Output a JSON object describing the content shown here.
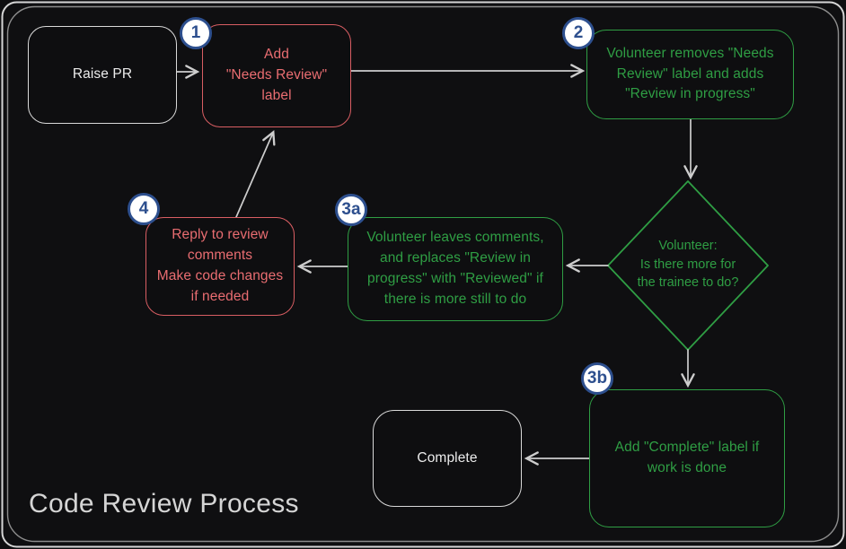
{
  "title": "Code Review Process",
  "colors": {
    "red": "#d95e63",
    "red_text": "#e96d71",
    "green": "#2f9e44",
    "green_text": "#2f9e44",
    "badge_blue": "#2d4f8e",
    "arrow": "#cdcdcd",
    "background": "#0f0f11",
    "frame": "#d6d6d6"
  },
  "nodes": {
    "raise_pr": {
      "label": "Raise PR"
    },
    "step1": {
      "badge": "1",
      "label": "Add\n\"Needs Review\"\nlabel"
    },
    "step2": {
      "badge": "2",
      "label": "Volunteer removes \"Needs\nReview\" label and adds\n\"Review in progress\""
    },
    "decision": {
      "label": "Volunteer:\nIs there more for\nthe trainee to do?"
    },
    "step3a": {
      "badge": "3a",
      "label": "Volunteer leaves comments,\nand replaces \"Review in\nprogress\" with \"Reviewed\" if\nthere is more still to do"
    },
    "step3b": {
      "badge": "3b",
      "label": "Add \"Complete\" label if\nwork is done"
    },
    "step4": {
      "badge": "4",
      "label": "Reply to review\ncomments\nMake code changes\nif needed"
    },
    "complete": {
      "label": "Complete"
    }
  }
}
